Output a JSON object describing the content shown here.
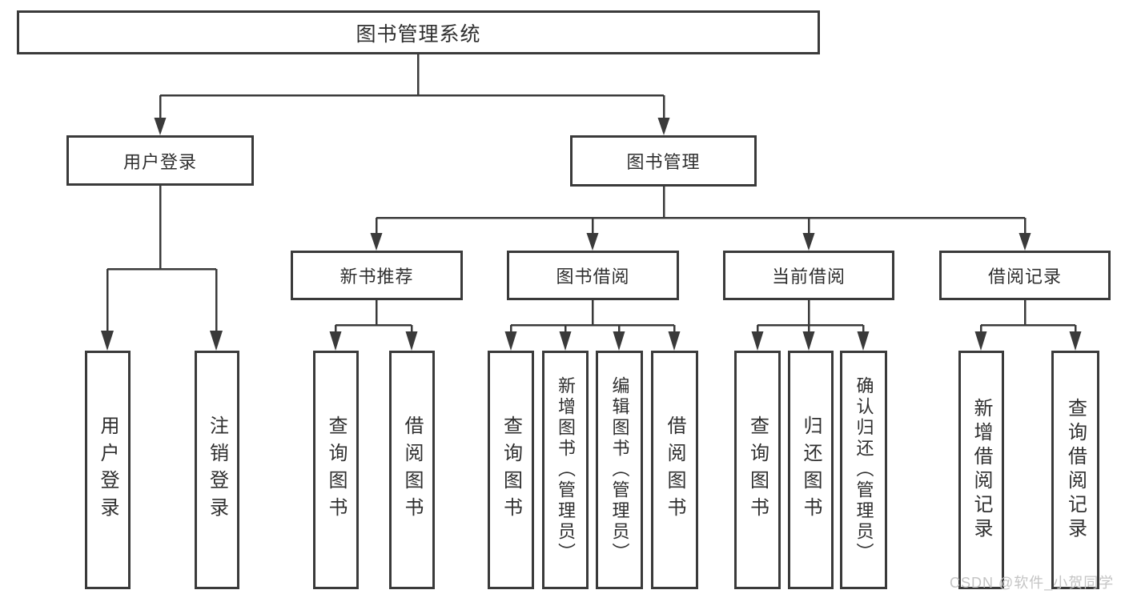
{
  "colors": {
    "background": "#ffffff",
    "line": "#3a3a3a",
    "box_border": "#3a3a3a",
    "text": "#2f2f2f",
    "watermark": "#c4c4c4"
  },
  "watermark": "CSDN @软件_小贺同学",
  "tree": {
    "root": {
      "label": "图书管理系统"
    },
    "branches": [
      {
        "label": "用户登录",
        "children": [
          {
            "label": "用户登录"
          },
          {
            "label": "注销登录"
          }
        ]
      },
      {
        "label": "图书管理",
        "children": [
          {
            "label": "新书推荐",
            "children": [
              {
                "label": "查询图书"
              },
              {
                "label": "借阅图书"
              }
            ]
          },
          {
            "label": "图书借阅",
            "children": [
              {
                "label": "查询图书"
              },
              {
                "label": "新增图书（管理员）"
              },
              {
                "label": "编辑图书（管理员）"
              },
              {
                "label": "借阅图书"
              }
            ]
          },
          {
            "label": "当前借阅",
            "children": [
              {
                "label": "查询图书"
              },
              {
                "label": "归还图书"
              },
              {
                "label": "确认归还（管理员）"
              }
            ]
          },
          {
            "label": "借阅记录",
            "children": [
              {
                "label": "新增借阅记录"
              },
              {
                "label": "查询借阅记录"
              }
            ]
          }
        ]
      }
    ]
  }
}
